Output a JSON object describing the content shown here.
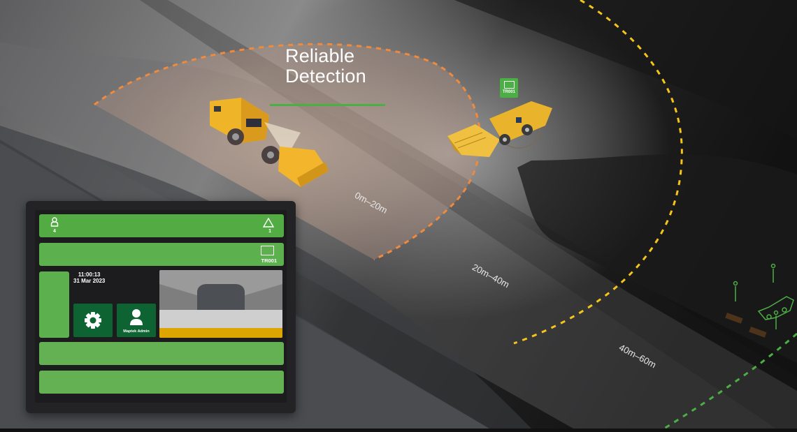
{
  "scene": {
    "title_line1": "Reliable",
    "title_line2": "Detection",
    "zones": [
      {
        "label": "0m–20m",
        "color": "#f08a3c"
      },
      {
        "label": "20m–40m",
        "color": "#f5c518"
      },
      {
        "label": "40m–60m",
        "color": "#4caf45"
      }
    ],
    "vehicle_tag": {
      "label": "TR001",
      "color": "#4caf45"
    },
    "accent_green": "#4caf45",
    "vehicle_color": "#f0b429"
  },
  "tablet": {
    "status_bar": {
      "people_count": "4",
      "alert_count": "1"
    },
    "vehicle_bar": {
      "vehicle_id": "TR001"
    },
    "clock": {
      "time": "11:00:13",
      "date": "31 Mar 2023"
    },
    "user_tile": {
      "name": "Maptek Admin"
    },
    "colors": {
      "bar_green": "#5cb04d",
      "tile_dark_green": "#0e6332",
      "camera_strip": "#dca500"
    }
  }
}
